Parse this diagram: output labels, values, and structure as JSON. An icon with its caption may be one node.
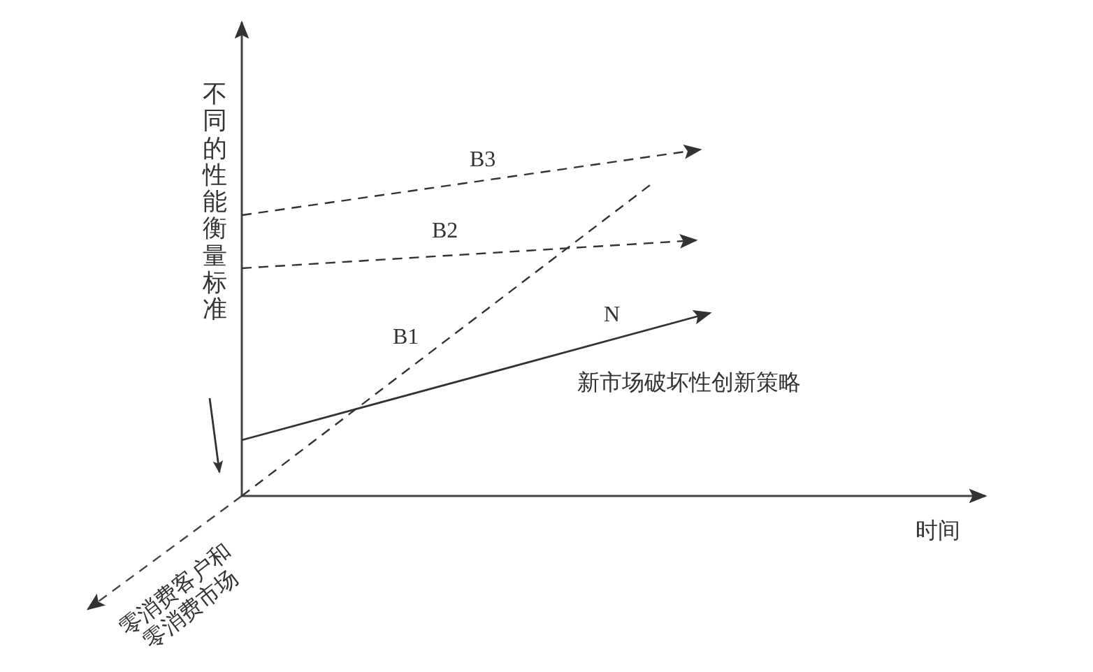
{
  "diagram": {
    "labels": [
      "不同的性能衡量标准",
      "B3",
      "B2",
      "B1",
      "N",
      "新市场破坏性创新策略",
      "时间",
      "零消费客户和零消费市场"
    ]
  }
}
